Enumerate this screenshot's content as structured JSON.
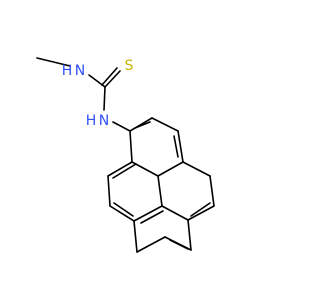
{
  "molecule": {
    "atom_labels": {
      "n_methyl": "N",
      "h_methyl": "H",
      "s": "S",
      "n_aryl": "N",
      "h_aryl": "H"
    }
  },
  "colors": {
    "bond": "#000000",
    "nitrogen": "#3050F8",
    "sulfur": "#C9B400",
    "background": "#ffffff"
  }
}
